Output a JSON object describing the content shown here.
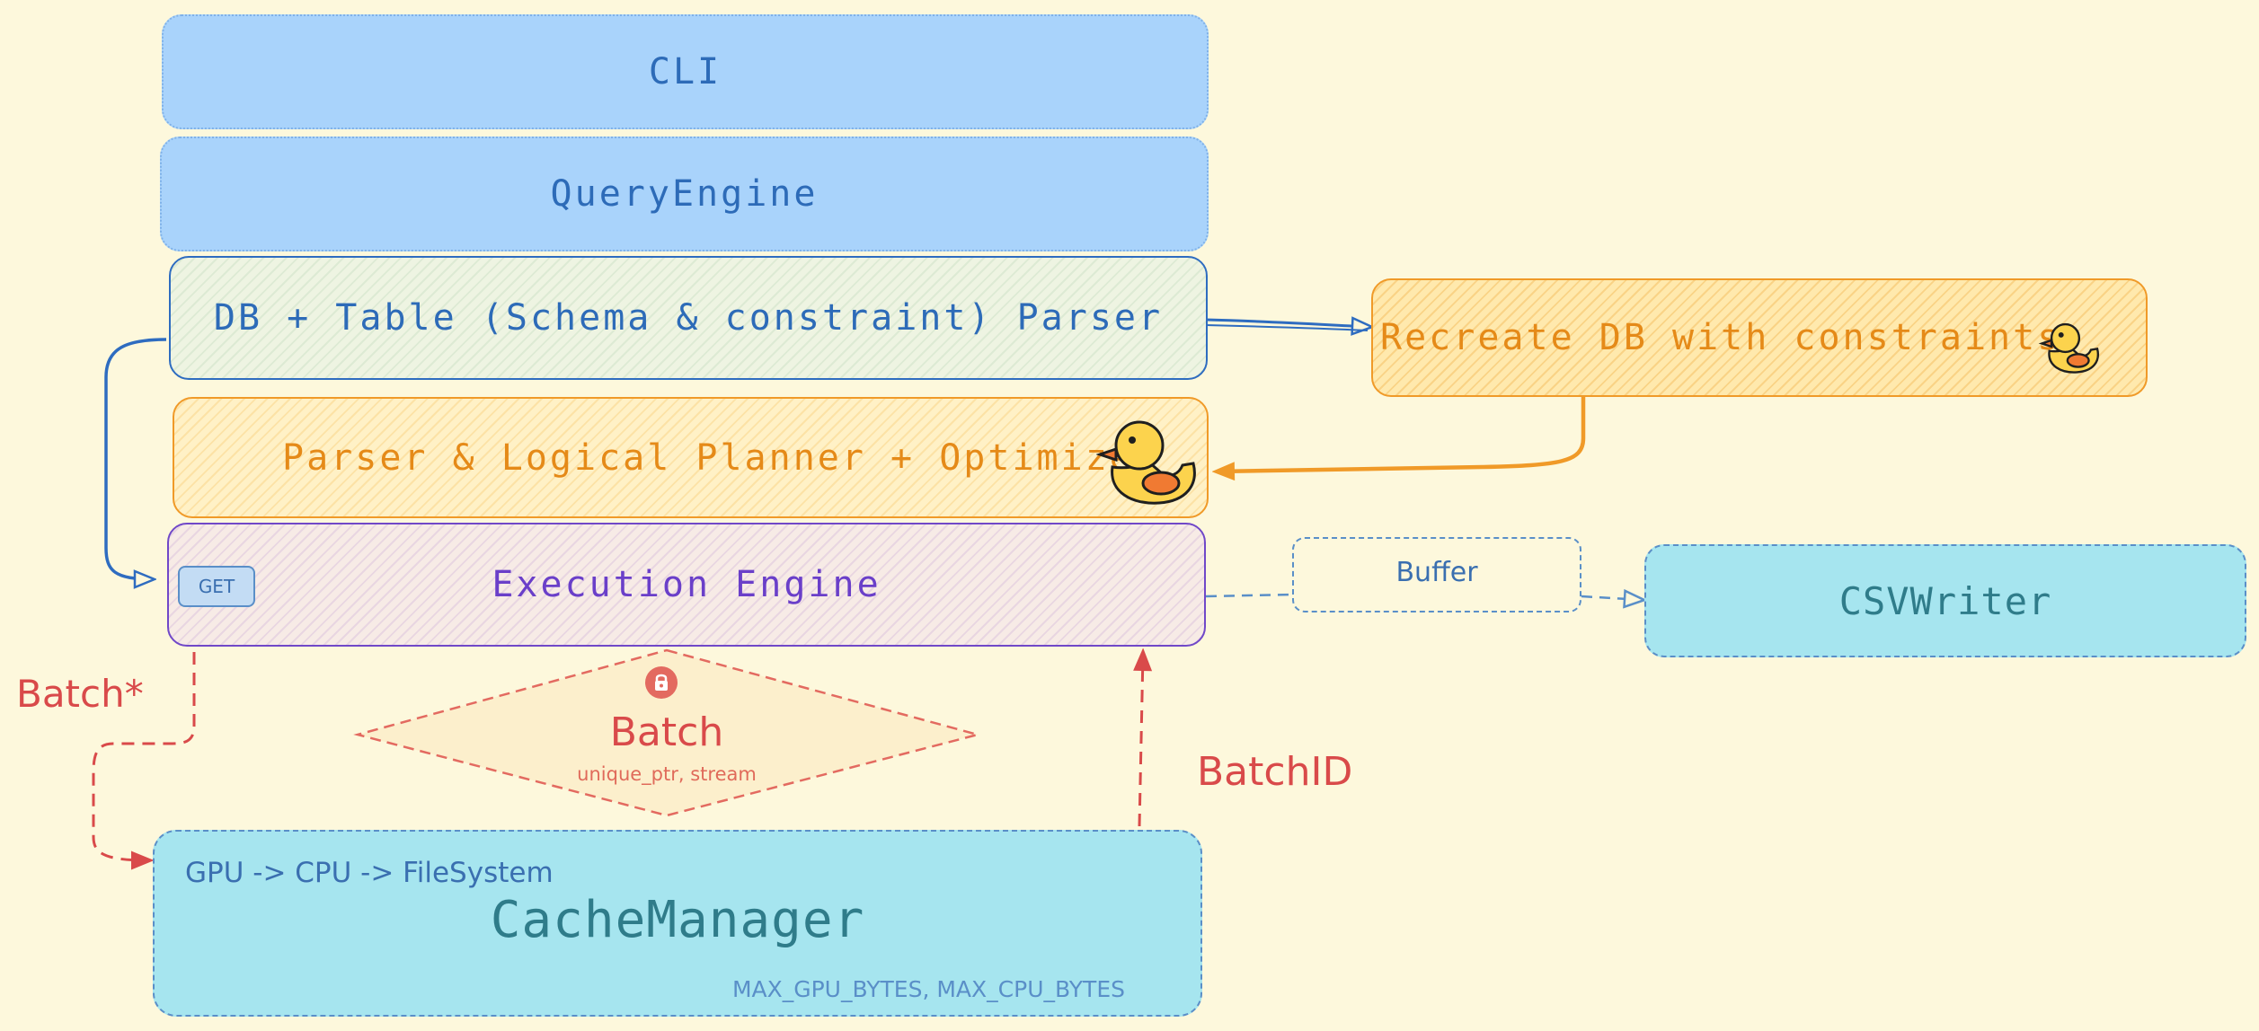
{
  "layers": {
    "cli": "CLI",
    "query_engine": "QueryEngine",
    "db_parser": "DB + Table (Schema & constraint) Parser",
    "planner": "Parser & Logical Planner + Optimizer",
    "execution_engine": "Execution Engine",
    "get_badge": "GET"
  },
  "recreate": {
    "label": "Recreate DB with constraints"
  },
  "buffer": {
    "label": "Buffer"
  },
  "csv_writer": {
    "label": "CSVWriter"
  },
  "batch": {
    "title": "Batch",
    "subtitle": "unique_ptr, stream"
  },
  "edge_labels": {
    "batch_ptr": "Batch*",
    "batch_id": "BatchID"
  },
  "cache_manager": {
    "title": "CacheManager",
    "path": "GPU -> CPU -> FileSystem",
    "limits": "MAX_GPU_BYTES, MAX_CPU_BYTES"
  },
  "colors": {
    "background": "#fdf8dc",
    "blue_layer": "#a9d3fb",
    "blue_text": "#2d6bb8",
    "orange": "#f09a28",
    "purple": "#7048c8",
    "teal": "#a6e5ef",
    "red": "#d94a4a"
  },
  "icons": [
    "duck-icon",
    "lock-icon"
  ]
}
